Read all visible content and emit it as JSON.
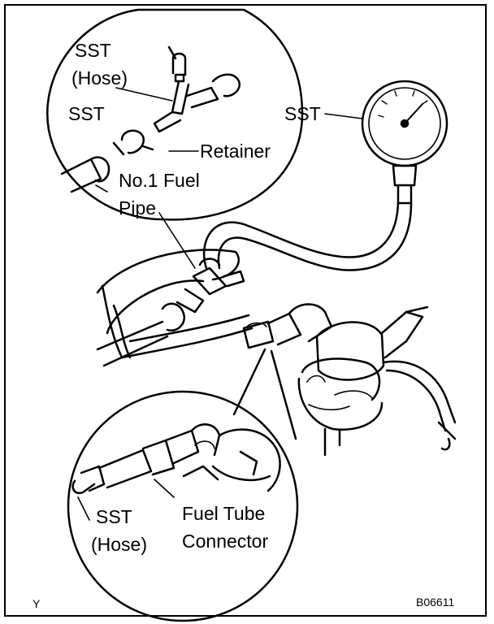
{
  "labels": {
    "sst_hose_top_line1": "SST",
    "sst_hose_top_line2": "(Hose)",
    "sst_top": "SST",
    "sst_gauge": "SST",
    "retainer": "Retainer",
    "fuel_pipe_line1": "No.1 Fuel",
    "fuel_pipe_line2": "Pipe",
    "sst_hose_bottom_line1": "SST",
    "sst_hose_bottom_line2": "(Hose)",
    "fuel_tube_line1": "Fuel Tube",
    "fuel_tube_line2": "Connector"
  },
  "corner": {
    "left_mark": "Y",
    "figure_code": "B06611"
  }
}
